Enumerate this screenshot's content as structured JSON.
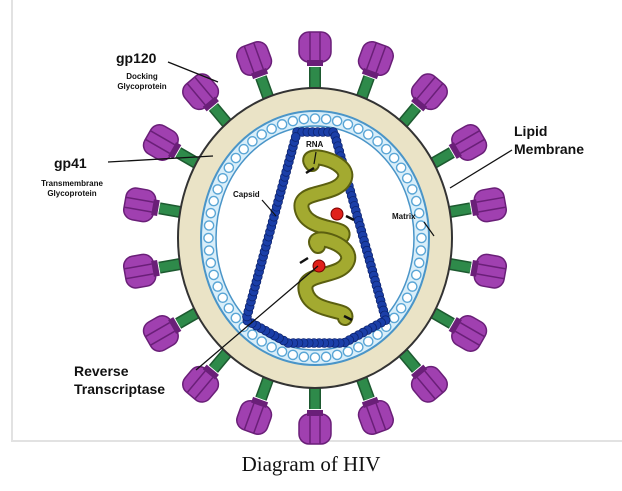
{
  "labels": {
    "gp120": "gp120",
    "gp120_desc_1": "Docking",
    "gp120_desc_2": "Glycoprotein",
    "gp41": "gp41",
    "gp41_desc_1": "Transmembrane",
    "gp41_desc_2": "Glycoprotein",
    "lipid_1": "Lipid",
    "lipid_2": "Membrane",
    "rna": "RNA",
    "capsid": "Capsid",
    "matrix": "Matrix",
    "rt_1": "Reverse",
    "rt_2": "Transcriptase"
  },
  "caption": "Diagram of HIV",
  "colors": {
    "spike": "#a040b0",
    "spike_dark": "#6a1f78",
    "stalk": "#2e8a4a",
    "membrane": "#eae3c6",
    "matrix": "#a9d6ef",
    "capsid": "#1b3fa8",
    "rna": "#9aa12a",
    "enzyme": "#e0201a"
  }
}
